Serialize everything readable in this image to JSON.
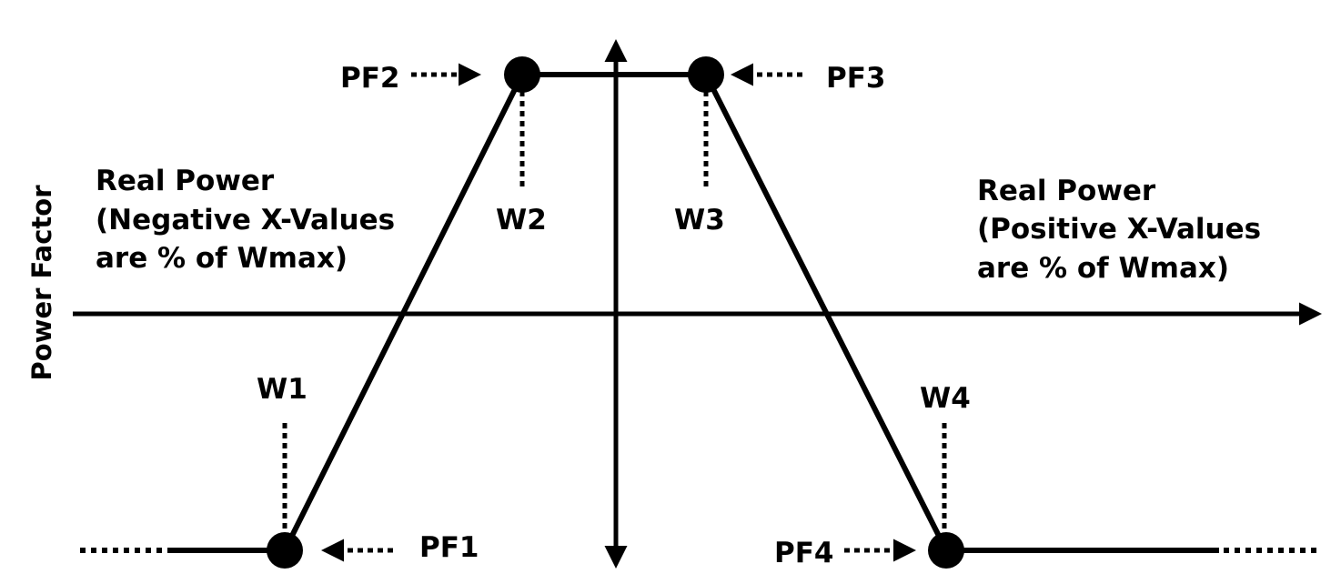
{
  "colors": {
    "line": "#000000",
    "background": "#ffffff"
  },
  "axis": {
    "y_label": "Power Factor"
  },
  "regions": {
    "left": [
      "Real Power",
      "(Negative X-Values",
      "are % of Wmax)"
    ],
    "right": [
      "Real Power",
      "(Positive X-Values",
      "are % of Wmax)"
    ]
  },
  "points": {
    "w1": "W1",
    "w2": "W2",
    "w3": "W3",
    "w4": "W4",
    "pf1": "PF1",
    "pf2": "PF2",
    "pf3": "PF3",
    "pf4": "PF4"
  }
}
